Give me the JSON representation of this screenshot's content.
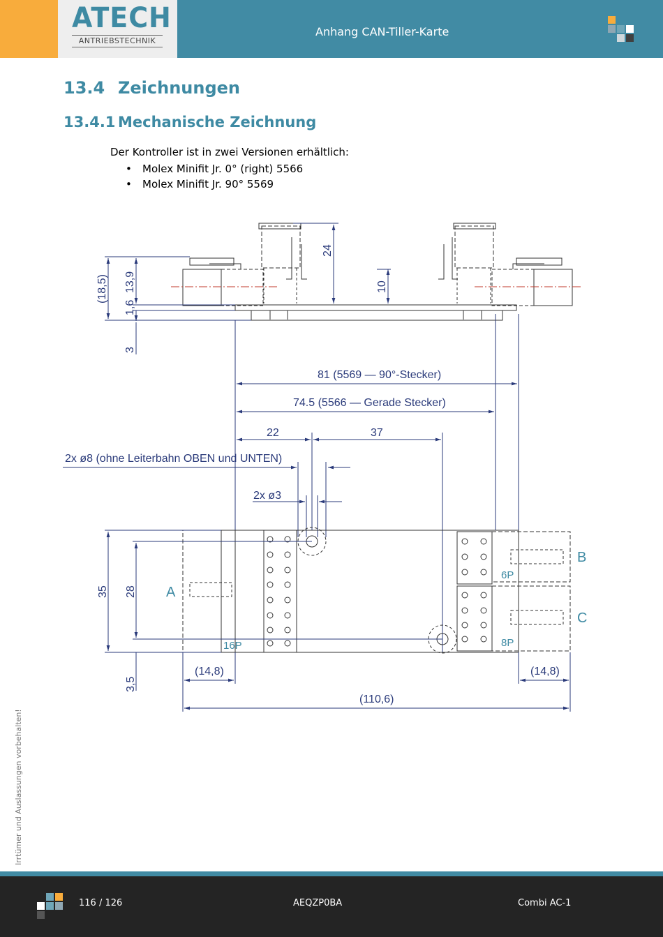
{
  "header": {
    "logo": {
      "main": "ATECH",
      "sub": "ANTRIEBSTECHNIK"
    },
    "title": "Anhang CAN-Tiller-Karte",
    "colors": {
      "bar": "#418ba4",
      "orange": "#f8ac3c",
      "logo_bg": "#eeeeee"
    }
  },
  "section": {
    "number": "13.4",
    "title": "Zeichnungen"
  },
  "subsection": {
    "number": "13.4.1",
    "title": "Mechanische Zeichnung"
  },
  "intro": "Der Kontroller ist in zwei Versionen erhältlich:",
  "bullets": [
    "Molex Minifit Jr. 0° (right) 5566",
    "Molex Minifit Jr. 90° 5569"
  ],
  "drawing": {
    "dims": {
      "d24": "24",
      "d10": "10",
      "d185": "(18,5)",
      "d139": "13,9",
      "d16": "1,6",
      "d3": "3",
      "d81": "81 (5569 — 90°-Stecker)",
      "d745": "74.5 (5566 — Gerade Stecker)",
      "d22": "22",
      "d37": "37",
      "hole8": "2x ø8 (ohne Leiterbahn OBEN und UNTEN)",
      "hole3": "2x ø3",
      "d35": "35",
      "d28": "28",
      "d35b": "3,5",
      "d148l": "(14,8)",
      "d148r": "(14,8)",
      "d1106": "(110,6)"
    },
    "labels": {
      "a": "A",
      "b": "B",
      "c": "C",
      "p16": "16P",
      "p6": "6P",
      "p8": "8P"
    },
    "colors": {
      "dim": "#2a3a7a",
      "outline": "#333333",
      "label": "#3e8aa3",
      "center": "#c0392b"
    }
  },
  "side_note": "Irrtümer und Auslassungen vorbehalten!",
  "footer": {
    "page": "116 / 126",
    "code": "AEQZP0BA",
    "product": "Combi AC-1"
  }
}
